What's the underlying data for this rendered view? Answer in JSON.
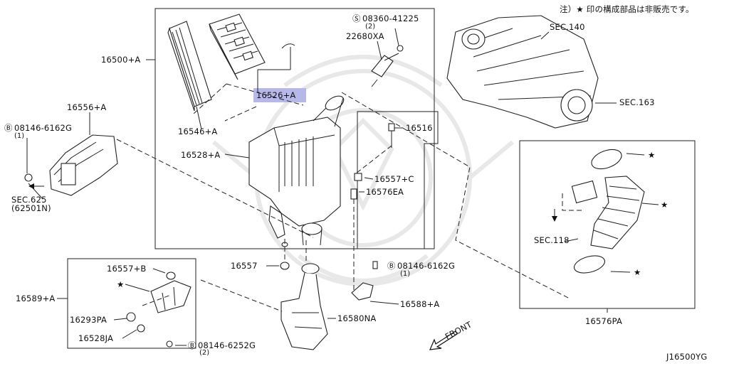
{
  "note": "注）★ 印の構成部品は非販売です。",
  "diagram_code": "J16500YG",
  "front_label": "FRONT",
  "star_glyph": "★",
  "bolt_prefix": "Ⓑ",
  "screw_prefix": "Ⓢ",
  "parts": {
    "p16500A": "16500+A",
    "p16556A": "16556+A",
    "bolt_08146_6162G_left": "08146-6162G",
    "qty_1_left": "(1)",
    "sec625": "SEC.625",
    "sec625_sub": "(62501N)",
    "p16546A": "16546+A",
    "p16526A": "16526+A",
    "screw_08360_41225": "08360-41225",
    "qty_2_screw": "(2)",
    "p22680XA": "22680XA",
    "p16528A": "16528+A",
    "p16516": "16516",
    "p16557C": "16557+C",
    "p16576EA": "16576EA",
    "p16557": "16557",
    "bolt_08146_6162G_mid": "08146-6162G",
    "qty_1_mid": "(1)",
    "p16588A": "16588+A",
    "p16580NA": "16580NA",
    "p16557B": "16557+B",
    "p16589A": "16589+A",
    "p16293PA": "16293PA",
    "p16528JA": "16528JA",
    "bolt_08146_6252G": "08146-6252G",
    "qty_2_bottom": "(2)",
    "sec140": "SEC.140",
    "sec163": "SEC.163",
    "sec118": "SEC.118",
    "p16576PA": "16576PA"
  },
  "colors": {
    "highlight": "#b7b8ea",
    "line": "#222222",
    "watermark": "#e6e6e6"
  }
}
